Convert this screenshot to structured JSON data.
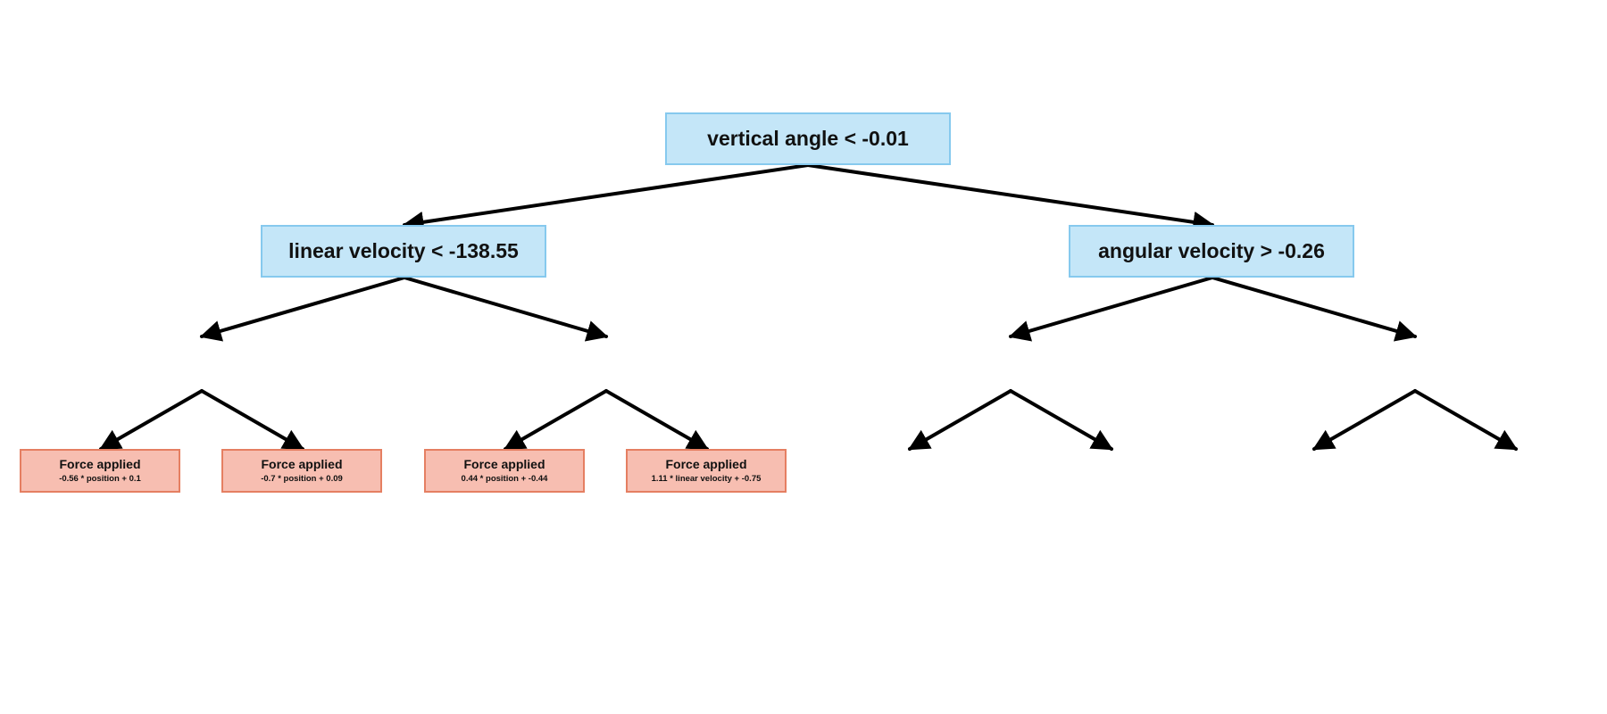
{
  "decisions": [
    {
      "id": "root",
      "label": "vertical angle < -0.01"
    },
    {
      "id": "left",
      "label": "linear velocity < -138.55"
    },
    {
      "id": "right",
      "label": "angular velocity > -0.26"
    }
  ],
  "leaves": [
    {
      "title": "Force applied",
      "formula": "-0.56 * position + 0.1"
    },
    {
      "title": "Force applied",
      "formula": "-0.7 * position + 0.09"
    },
    {
      "title": "Force applied",
      "formula": "0.44 * position + -0.44"
    },
    {
      "title": "Force applied",
      "formula": "1.11 * linear velocity + -0.75"
    }
  ],
  "colors": {
    "decision_fill": "#c4e6f8",
    "decision_border": "#86c9ee",
    "leaf_fill": "#f7beb1",
    "leaf_border": "#e57f62",
    "edge": "#000000"
  }
}
